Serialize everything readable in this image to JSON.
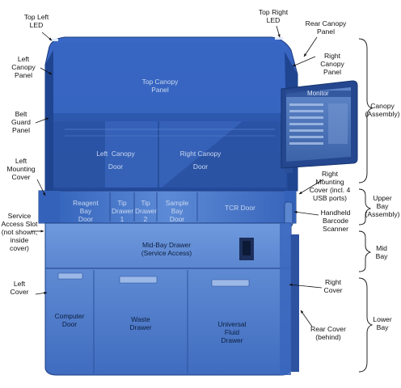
{
  "external_labels": {
    "top_left_led": "Top Left\nLED",
    "left_canopy_panel": "Left\nCanopy\nPanel",
    "belt_guard_panel": "Belt\nGuard\nPanel",
    "left_mounting_cover": "Left\nMounting\nCover",
    "service_access_slot": "Service\nAccess Slot\n(not shown,\ninside\ncover)",
    "left_cover": "Left\nCover",
    "top_right_led": "Top Right\nLED",
    "rear_canopy_panel": "Rear Canopy\nPanel",
    "right_canopy_panel": "Right\nCanopy\nPanel",
    "canopy_assembly": "Canopy\n(Assembly)",
    "right_mounting_cover": "Right\nMounting\nCover (incl. 4\nUSB ports)",
    "upper_bay_assembly": "Upper\nBay\n(Assembly)",
    "handheld_barcode_scanner": "Handheld\nBarcode\nScanner",
    "mid_bay": "Mid\nBay",
    "right_cover": "Right\nCover",
    "lower_bay": "Lower\nBay",
    "rear_cover": "Rear Cover\n(behind)"
  },
  "internal_labels": {
    "top_canopy_panel": "Top Canopy\nPanel",
    "left_canopy_door": "Left  Canopy\nDoor",
    "right_canopy_door": "Right Canopy\nDoor",
    "reagent_bay_door": "Reagent\nBay\nDoor",
    "tip_drawer_1": "Tip\nDrawer\n1",
    "tip_drawer_2": "Tip\nDrawer\n2",
    "sample_bay_door": "Sample\nBay\nDoor",
    "tcr_door": "TCR Door",
    "mid_bay_drawer": "Mid-Bay Drawer\n(Service Access)",
    "computer_door": "Computer\nDoor",
    "waste_drawer": "Waste\nDrawer",
    "universal_fluid_drawer": "Universal\nFluid\nDrawer",
    "monitor": "Monitor"
  },
  "colors": {
    "body_blue": "#3d6fc4",
    "canopy_blue": "#2a56b0",
    "label_text": "#111111"
  }
}
